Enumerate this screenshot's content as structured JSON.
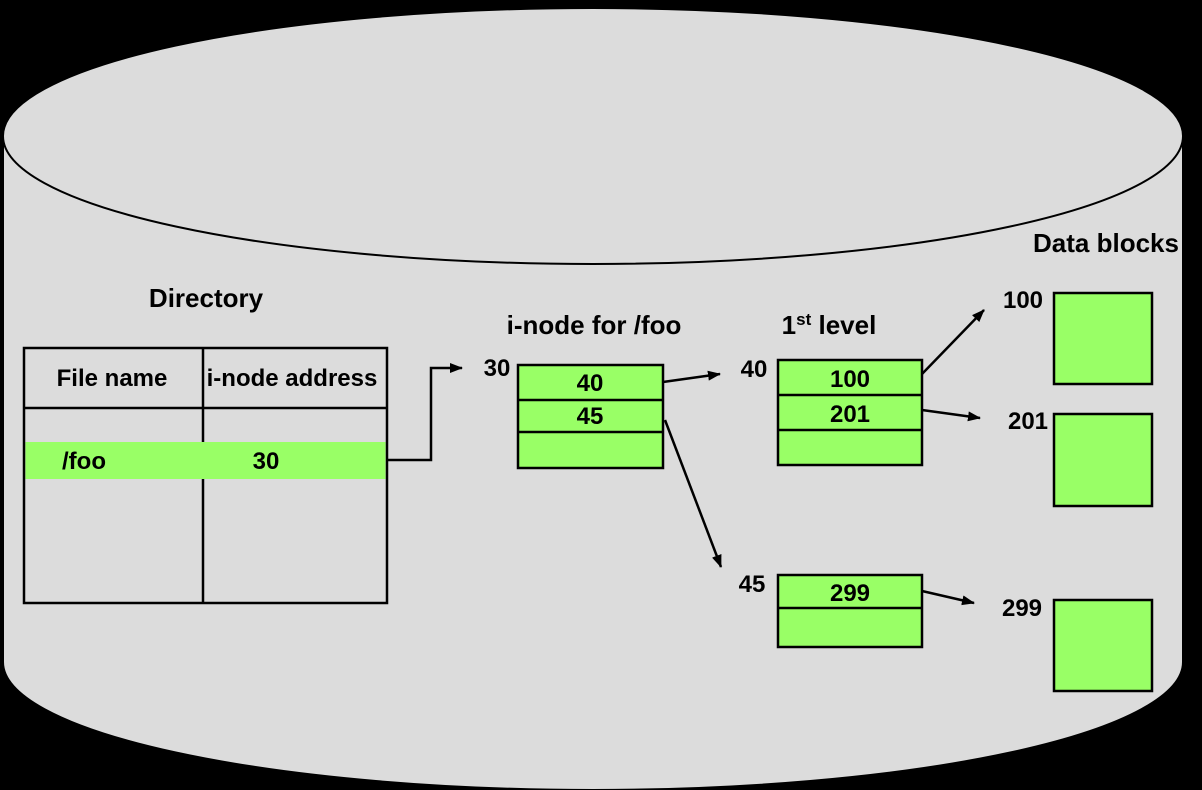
{
  "colors": {
    "background": "#000000",
    "disk_fill": "#dcdcdc",
    "block_fill": "#99ff66",
    "line": "#000000",
    "text": "#000000"
  },
  "disk": {
    "data_blocks_title": "Data blocks"
  },
  "directory": {
    "title": "Directory",
    "columns": [
      "File name",
      "i-node address"
    ],
    "highlighted_row": {
      "file_name": "/foo",
      "inode_address": "30"
    }
  },
  "inode": {
    "title": "i-node for /foo",
    "address_label": "30",
    "entries": [
      "40",
      "45",
      ""
    ]
  },
  "first_level": {
    "title_base": "1",
    "title_sup": "st",
    "title_rest": " level",
    "blocks": [
      {
        "address_label": "40",
        "entries": [
          "100",
          "201",
          ""
        ]
      },
      {
        "address_label": "45",
        "entries": [
          "299",
          ""
        ]
      }
    ]
  },
  "data_blocks": [
    {
      "label": "100"
    },
    {
      "label": "201"
    },
    {
      "label": "299"
    }
  ]
}
